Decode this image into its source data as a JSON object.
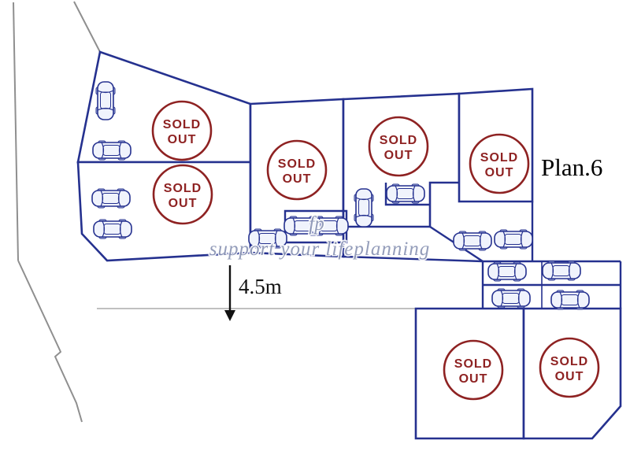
{
  "diagram": {
    "plan_label": "Plan.6",
    "road_width_label": "4.5m",
    "watermark": {
      "fp": "fp",
      "text": "support your lifeplanning"
    },
    "sold_stamps": [
      {
        "line1": "SOLD",
        "line2": "OUT"
      },
      {
        "line1": "SOLD",
        "line2": "OUT"
      },
      {
        "line1": "SOLD",
        "line2": "OUT"
      },
      {
        "line1": "SOLD",
        "line2": "OUT"
      },
      {
        "line1": "SOLD",
        "line2": "OUT"
      },
      {
        "line1": "SOLD",
        "line2": "OUT"
      },
      {
        "line1": "SOLD",
        "line2": "OUT"
      }
    ],
    "colors": {
      "plot_outline": "#25318f",
      "sold_stamp": "#8e2222",
      "road_line": "#8f8f8f",
      "watermark": "#8b95b5",
      "label_text": "#111111"
    }
  }
}
